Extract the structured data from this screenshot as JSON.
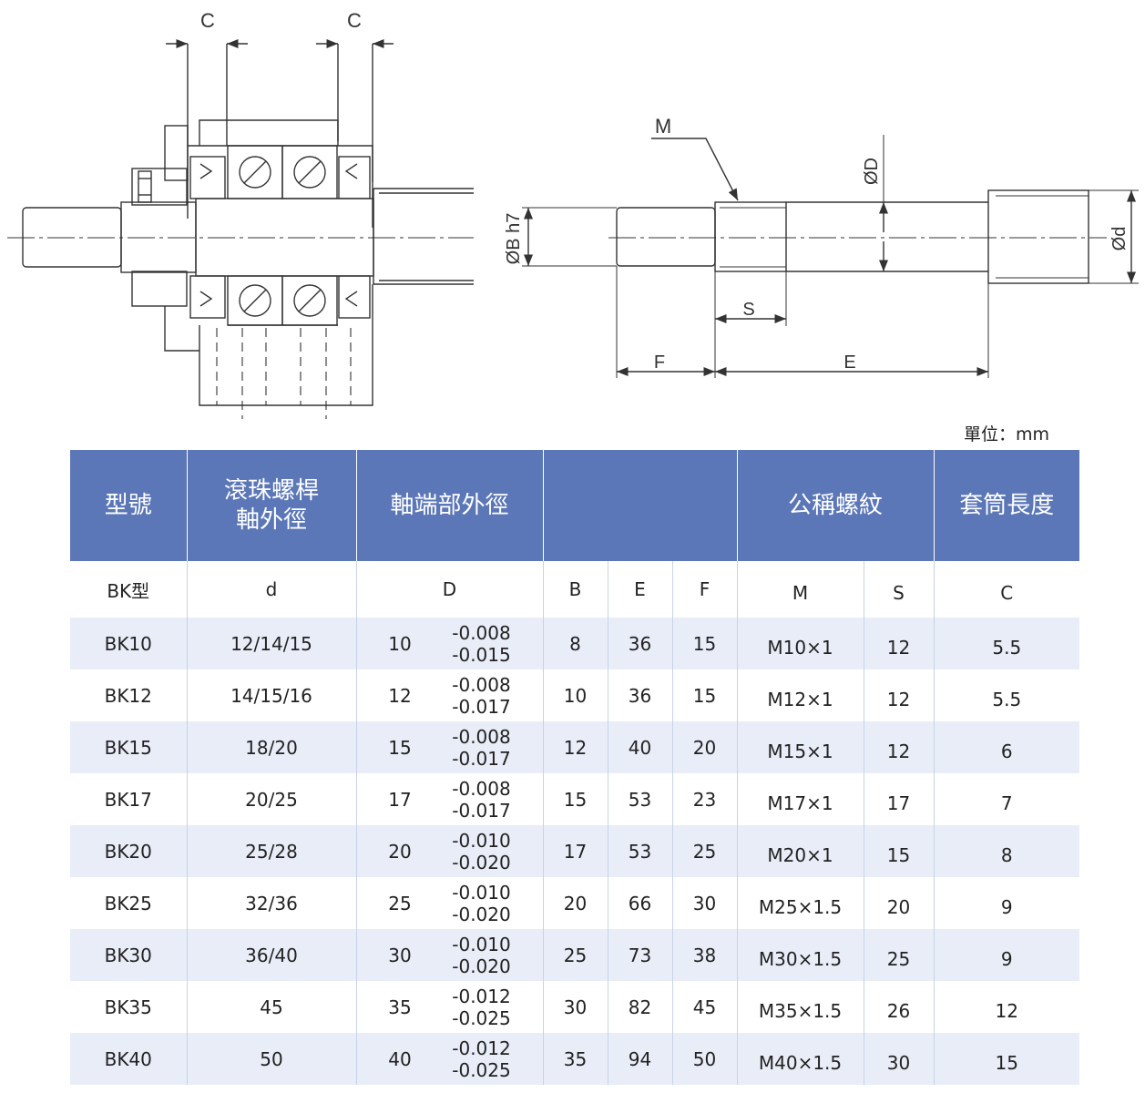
{
  "drawing": {
    "left": {
      "c1": "C",
      "c2": "C"
    },
    "right": {
      "m": "M",
      "phi_D": "ØD",
      "phi_B": "ØB h7",
      "phi_d": "Ød",
      "s": "S",
      "f": "F",
      "e": "E"
    }
  },
  "unit": "單位：mm",
  "table": {
    "headers": [
      "型號",
      "滾珠螺桿\n軸外徑",
      "軸端部外徑",
      "",
      "公稱螺紋",
      "套筒長度"
    ],
    "subheaders": [
      "BK型",
      "d",
      "D",
      "B",
      "E",
      "F",
      "M",
      "S",
      "C"
    ],
    "rows": [
      {
        "model": "BK10",
        "d": "12/14/15",
        "D": "10",
        "tol_hi": "-0.008",
        "tol_lo": "-0.015",
        "B": "8",
        "E": "36",
        "F": "15",
        "M": "M10×1",
        "S": "12",
        "C": "5.5"
      },
      {
        "model": "BK12",
        "d": "14/15/16",
        "D": "12",
        "tol_hi": "-0.008",
        "tol_lo": "-0.017",
        "B": "10",
        "E": "36",
        "F": "15",
        "M": "M12×1",
        "S": "12",
        "C": "5.5"
      },
      {
        "model": "BK15",
        "d": "18/20",
        "D": "15",
        "tol_hi": "-0.008",
        "tol_lo": "-0.017",
        "B": "12",
        "E": "40",
        "F": "20",
        "M": "M15×1",
        "S": "12",
        "C": "6"
      },
      {
        "model": "BK17",
        "d": "20/25",
        "D": "17",
        "tol_hi": "-0.008",
        "tol_lo": "-0.017",
        "B": "15",
        "E": "53",
        "F": "23",
        "M": "M17×1",
        "S": "17",
        "C": "7"
      },
      {
        "model": "BK20",
        "d": "25/28",
        "D": "20",
        "tol_hi": "-0.010",
        "tol_lo": "-0.020",
        "B": "17",
        "E": "53",
        "F": "25",
        "M": "M20×1",
        "S": "15",
        "C": "8"
      },
      {
        "model": "BK25",
        "d": "32/36",
        "D": "25",
        "tol_hi": "-0.010",
        "tol_lo": "-0.020",
        "B": "20",
        "E": "66",
        "F": "30",
        "M": "M25×1.5",
        "S": "20",
        "C": "9"
      },
      {
        "model": "BK30",
        "d": "36/40",
        "D": "30",
        "tol_hi": "-0.010",
        "tol_lo": "-0.020",
        "B": "25",
        "E": "73",
        "F": "38",
        "M": "M30×1.5",
        "S": "25",
        "C": "9"
      },
      {
        "model": "BK35",
        "d": "45",
        "D": "35",
        "tol_hi": "-0.012",
        "tol_lo": "-0.025",
        "B": "30",
        "E": "82",
        "F": "45",
        "M": "M35×1.5",
        "S": "26",
        "C": "12"
      },
      {
        "model": "BK40",
        "d": "50",
        "D": "40",
        "tol_hi": "-0.012",
        "tol_lo": "-0.025",
        "B": "35",
        "E": "94",
        "F": "50",
        "M": "M40×1.5",
        "S": "30",
        "C": "15"
      }
    ]
  }
}
